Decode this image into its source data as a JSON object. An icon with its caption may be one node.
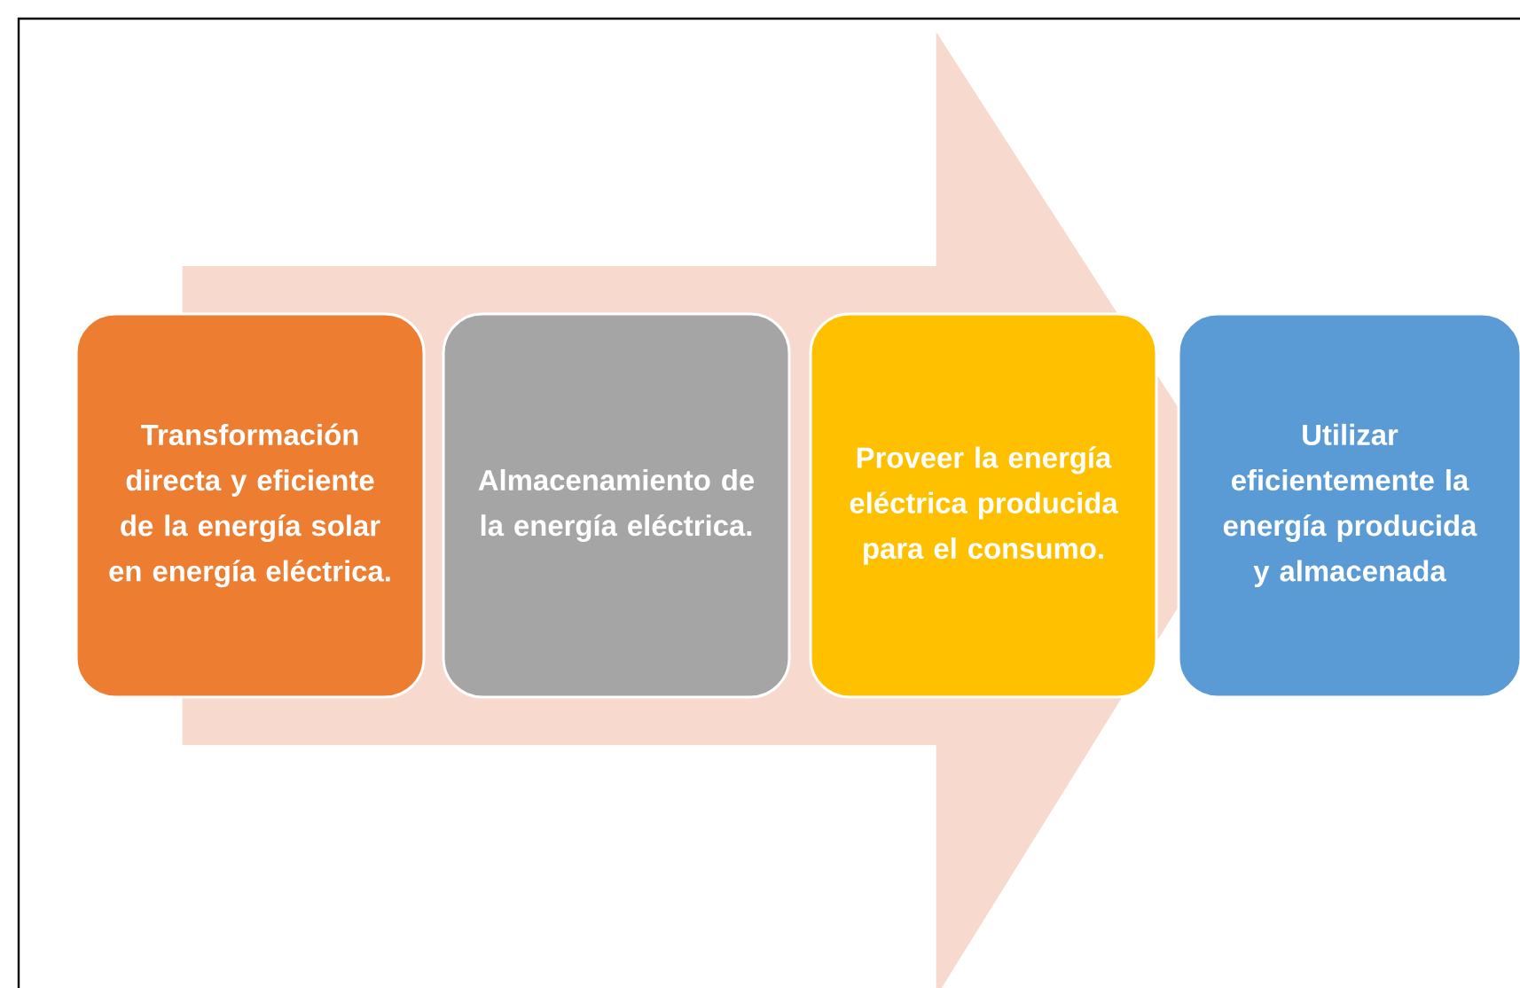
{
  "diagram": {
    "nodes": [
      {
        "text": [
          "Transformación directa y eficiente de la energía solar en energía eléctrica."
        ]
      },
      {
        "text": [
          "Almacenamiento de la energía eléctrica."
        ]
      },
      {
        "text": [
          "Proveer la energía eléctrica producida para el consumo."
        ]
      },
      {
        "text": [
          "Utilizar eficientemente la energía producida y almacenada"
        ]
      }
    ],
    "edges": [
      {
        "from": 0,
        "to": 3,
        "arrow": "to"
      }
    ]
  }
}
